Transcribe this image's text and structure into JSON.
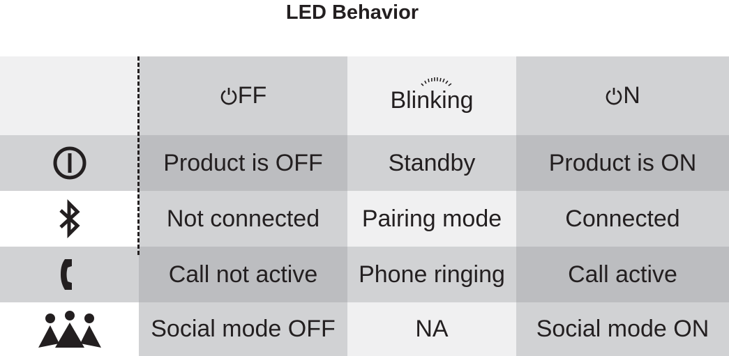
{
  "title": "LED Behavior",
  "columns": {
    "off": "FF",
    "blinking": "Blinking",
    "on": "N"
  },
  "rows": [
    {
      "icon": "power-icon",
      "off": "Product is OFF",
      "blinking": "Standby",
      "on": "Product is ON"
    },
    {
      "icon": "bluetooth-icon",
      "off": "Not connected",
      "blinking": "Pairing mode",
      "on": "Connected"
    },
    {
      "icon": "phone-icon",
      "off": "Call not active",
      "blinking": "Phone ringing",
      "on": "Call active"
    },
    {
      "icon": "social-group-icon",
      "off": "Social mode OFF",
      "blinking": "NA",
      "on": "Social mode ON"
    }
  ],
  "colors": {
    "text": "#231f20",
    "light_gray": "#f0f0f1",
    "mid_gray": "#d1d2d4",
    "dark_gray": "#bcbdc0"
  }
}
